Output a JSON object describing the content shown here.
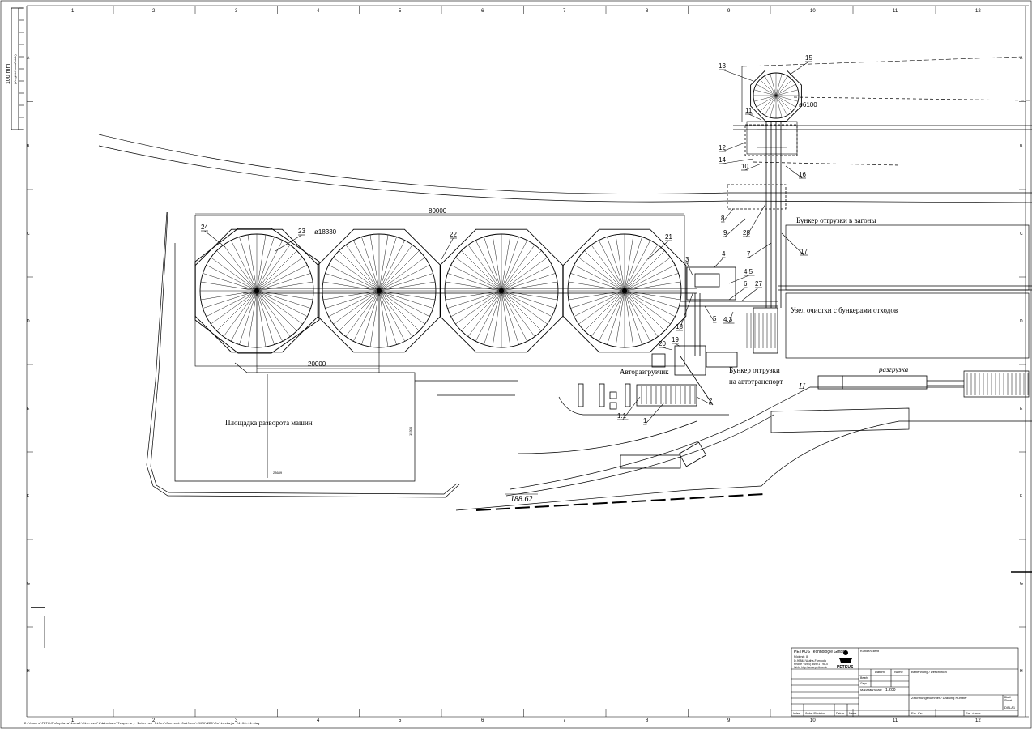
{
  "frame": {
    "columns": [
      "1",
      "2",
      "3",
      "4",
      "5",
      "6",
      "7",
      "8",
      "9",
      "10",
      "11",
      "12"
    ],
    "rows": [
      "A",
      "B",
      "C",
      "D",
      "E",
      "F",
      "G",
      "H"
    ],
    "scale_bar_label": "100 mm",
    "scale_bar_sublabel": "(Vergleichsmaßstab)",
    "file_path": "D:\\Users\\PETKUS\\AppData\\Local\\Microsoft\\Windows\\Temporary Internet Files\\Content.Outlook\\2HRHY2D0\\Dolinskaja 24-06-11.dwg"
  },
  "labels": {
    "dim_total": "80000",
    "dim_spacing": "20000",
    "dim_diameter": "ø18330",
    "dim_receiving_diameter": "ø6100",
    "elevation": "188.62",
    "dim_vertical": "15300",
    "dim_bottom": "23689",
    "rail_bunker": "Бункер отгрузки в вагоны",
    "cleaning": "Узел очистки с бункерами отходов",
    "truck_bunker_1": "Бункер отгрузки",
    "truck_bunker_2": "на автотранспорт",
    "truck_unloader": "Авторазгрузчик",
    "turnaround": "Площадка разворота машин",
    "unloading": "разгрузка",
    "c_letter": "Ц"
  },
  "callouts": [
    "24",
    "23",
    "22",
    "21",
    "13",
    "15",
    "11",
    "12",
    "14",
    "10",
    "16",
    "8",
    "9",
    "28",
    "7",
    "17",
    "3",
    "4",
    "4.5",
    "6",
    "27",
    "5",
    "4.3",
    "18",
    "19",
    "20",
    "2",
    "1",
    "1.1"
  ],
  "title_block": {
    "company": "PETKUS Technologie GmbH",
    "address_1": "Röderstr. 8",
    "address_2": "D-99848 Wutha-Farnroda",
    "phone": "Phone +49(0) 36921 - 98-0",
    "web": "Web: http://www.petkus.de",
    "logo": "PETKUS",
    "client_label": "Kunde/Client",
    "date_label": "Datum",
    "name_label": "Name",
    "designation_label": "Benennung / Description",
    "bearb_label": "Bearb.",
    "gepr_label": "Gepr.",
    "scale_label": "Maßstab/Scale",
    "scale_value": "1:200",
    "drawing_number_label": "Zeichnungsnummer / Drawing Number",
    "sheet_label_1": "Blatt/",
    "sheet_label_2": "Sheet",
    "sheet_value": "DIN-A1",
    "index_label": "Index",
    "revision_label": "Änder./Revision",
    "date_col": "Datum",
    "name_col": "Name",
    "replaces_label": "Ers. für:",
    "replaced_by_label": "Ers. durch:"
  }
}
